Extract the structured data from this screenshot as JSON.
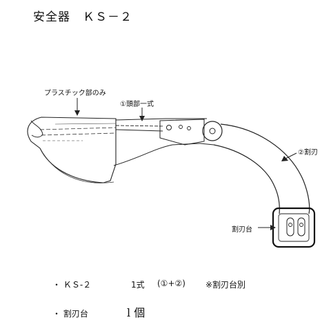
{
  "title": "安全器　ＫＳ－２",
  "callouts": {
    "plastic_only": "プラスチック部のみ",
    "head_set": "①頭部一式",
    "split_blade": "②割刃",
    "blade_base": "割刃台"
  },
  "specs": [
    {
      "bullet": "・",
      "name": "ＫＳ-２",
      "qty": "1式",
      "parts": "(①+②)",
      "note": "※割刃台別"
    },
    {
      "bullet": "・",
      "name": "割刃台",
      "qty": "l 個"
    }
  ]
}
